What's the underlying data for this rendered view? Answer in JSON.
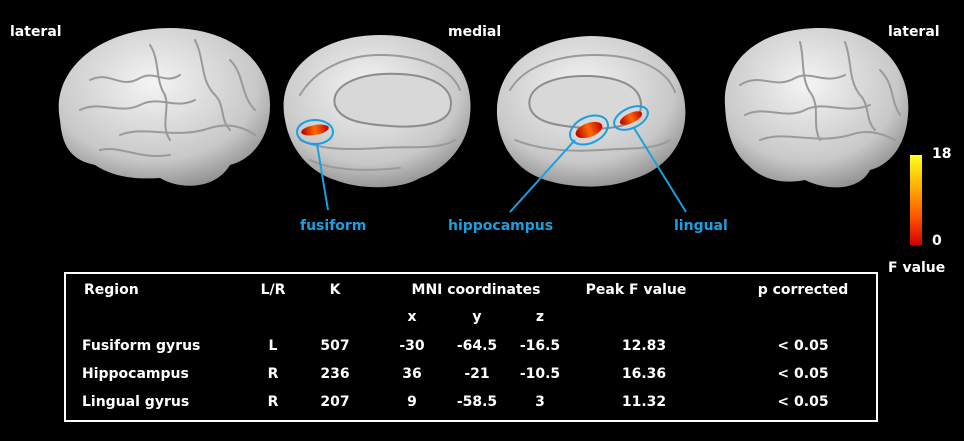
{
  "views": {
    "left_lateral": "lateral",
    "medial": "medial",
    "right_lateral": "lateral"
  },
  "region_labels": {
    "fusiform": "fusiform",
    "hippocampus": "hippocampus",
    "lingual": "lingual"
  },
  "colorbar": {
    "max": "18",
    "min": "0",
    "label": "F value"
  },
  "colors": {
    "annotation": "#1a9fe0",
    "brain": "#dcdcdc",
    "background": "#000000"
  },
  "table": {
    "headers": {
      "region": "Region",
      "lr": "L/R",
      "k": "K",
      "mni": "MNI coordinates",
      "peak": "Peak F value",
      "p": "p corrected"
    },
    "subheaders": {
      "x": "x",
      "y": "y",
      "z": "z"
    },
    "rows": [
      {
        "region": "Fusiform gyrus",
        "lr": "L",
        "k": "507",
        "x": "-30",
        "y": "-64.5",
        "z": "-16.5",
        "peak": "12.83",
        "p": "< 0.05"
      },
      {
        "region": "Hippocampus",
        "lr": "R",
        "k": "236",
        "x": "36",
        "y": "-21",
        "z": "-10.5",
        "peak": "16.36",
        "p": "< 0.05"
      },
      {
        "region": "Lingual gyrus",
        "lr": "R",
        "k": "207",
        "x": "9",
        "y": "-58.5",
        "z": "3",
        "peak": "11.32",
        "p": "< 0.05"
      }
    ]
  }
}
